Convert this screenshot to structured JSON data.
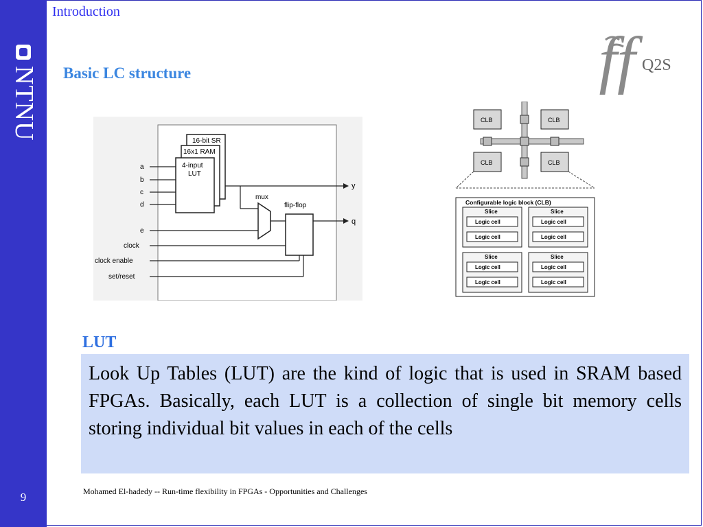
{
  "sidebar": {
    "brand": "NTNU",
    "page_number": "9"
  },
  "header": {
    "section": "Introduction",
    "subtitle": "Basic LC structure",
    "logo_text": "Q2S"
  },
  "lc_diagram": {
    "sr": "16-bit SR",
    "ram": "16x1 RAM",
    "lut_line1": "4-input",
    "lut_line2": "LUT",
    "mux": "mux",
    "flipflop": "flip-flop",
    "inputs": [
      "a",
      "b",
      "c",
      "d",
      "e",
      "clock",
      "clock enable",
      "set/reset"
    ],
    "out_y": "y",
    "out_q": "q"
  },
  "clb_diagram": {
    "clb": "CLB",
    "title": "Configurable logic block (CLB)",
    "slice": "Slice",
    "logic_cell": "Logic cell"
  },
  "lut": {
    "heading": "LUT",
    "body": "Look Up Tables (LUT) are the kind of logic that is used in SRAM based FPGAs. Basically, each LUT is a collection of single bit memory cells storing individual bit values in each of the cells"
  },
  "footer": "Mohamed El-hadedy -- Run-time flexibility in FPGAs - Opportunities and Challenges",
  "colors": {
    "sidebar": "#3535c8",
    "section": "#2e2ef0",
    "subtitle": "#3b86e0",
    "lut_box": "#cfdcf8"
  }
}
